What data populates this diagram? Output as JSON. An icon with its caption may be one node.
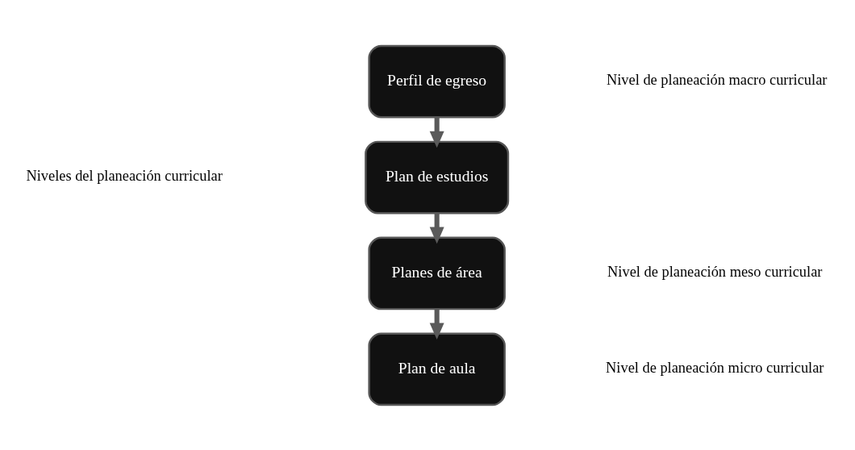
{
  "diagram": {
    "nodes": [
      {
        "text": [
          "Perfil de egreso"
        ]
      },
      {
        "text": [
          "Plan de estudios"
        ]
      },
      {
        "text": [
          "Planes de área"
        ]
      },
      {
        "text": [
          "Plan de aula"
        ]
      }
    ],
    "edges": [
      {
        "from": 0,
        "to": 1,
        "arrow": "to"
      },
      {
        "from": 1,
        "to": 2,
        "arrow": "to"
      },
      {
        "from": 2,
        "to": 3,
        "arrow": "to"
      }
    ],
    "labels": [
      "Nivel de planeación macro curricular",
      "Niveles del planeación curricular",
      "Nivel de planeación meso curricular",
      "Nivel de planeación micro curricular"
    ]
  }
}
